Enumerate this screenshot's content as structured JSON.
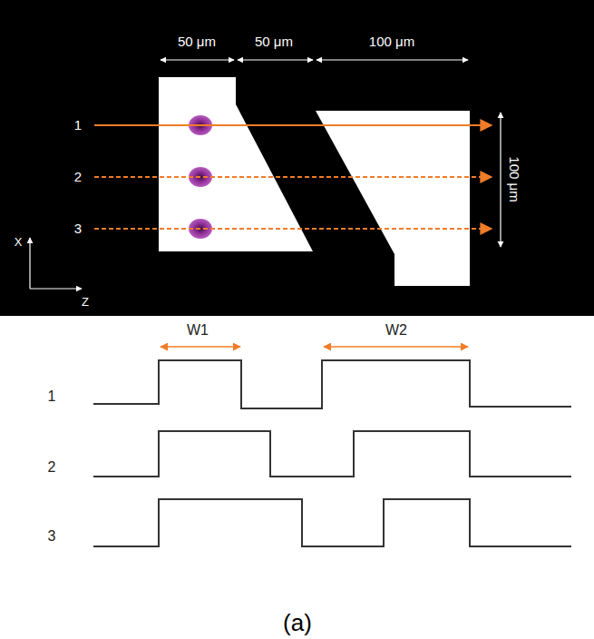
{
  "diagram": {
    "caption": "(a)",
    "labels": [
      "50 μm",
      "50 μm",
      "100 μm",
      "100 μm",
      "1",
      "2",
      "3",
      "X",
      "Z",
      "W1",
      "W2",
      "1",
      "2",
      "3"
    ]
  }
}
